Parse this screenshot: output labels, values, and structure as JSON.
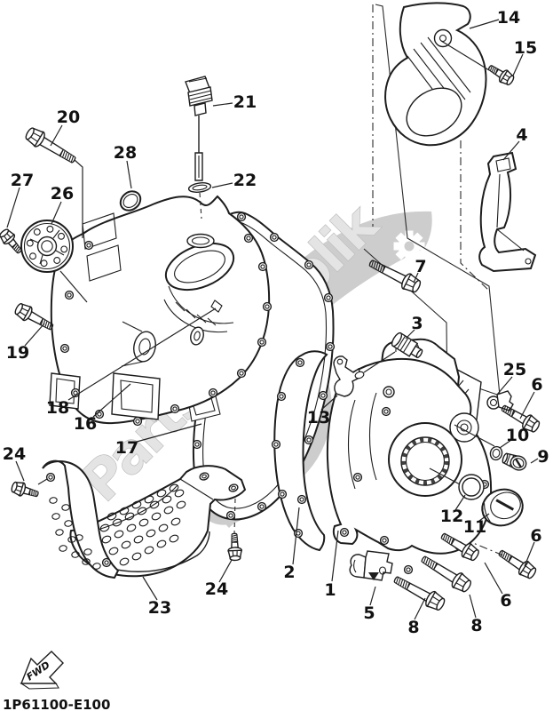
{
  "document": {
    "part_code": "1P61100-E100",
    "fwd_label": "FWD"
  },
  "watermark": {
    "text": "PartsRepublik",
    "splash_color": "#cdcdcd",
    "text_color": "#e4e4e4",
    "gear_icon": "gear-icon"
  },
  "icons": {
    "fwd_arrow": "forward-arrow-icon"
  },
  "colors": {
    "line": "#1d1d1d",
    "background": "#ffffff"
  },
  "callouts": {
    "c1": "1",
    "c2": "2",
    "c3": "3",
    "c4": "4",
    "c5": "5",
    "c6a": "6",
    "c6b": "6",
    "c6c": "6",
    "c7": "7",
    "c8a": "8",
    "c8b": "8",
    "c9": "9",
    "c10": "10",
    "c11": "11",
    "c12": "12",
    "c13": "13",
    "c14": "14",
    "c15": "15",
    "c16": "16",
    "c17": "17",
    "c18": "18",
    "c19": "19",
    "c20": "20",
    "c21": "21",
    "c22": "22",
    "c23": "23",
    "c24a": "24",
    "c24b": "24",
    "c25": "25",
    "c26": "26",
    "c27": "27",
    "c28": "28"
  }
}
